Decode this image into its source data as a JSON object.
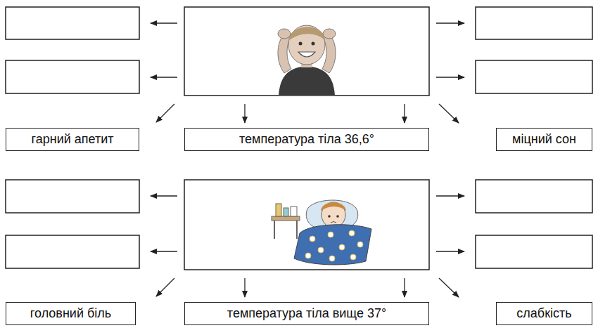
{
  "diagram": {
    "nodes": [
      {
        "text": [
          "гарний апетит"
        ]
      },
      {
        "text": [
          "температура тіла 36,6°"
        ]
      },
      {
        "text": [
          "міцний сон"
        ]
      },
      {
        "text": [
          "головний біль"
        ]
      },
      {
        "text": [
          "температура тіла вище 37°"
        ]
      },
      {
        "text": [
          "слабкість"
        ]
      }
    ]
  }
}
